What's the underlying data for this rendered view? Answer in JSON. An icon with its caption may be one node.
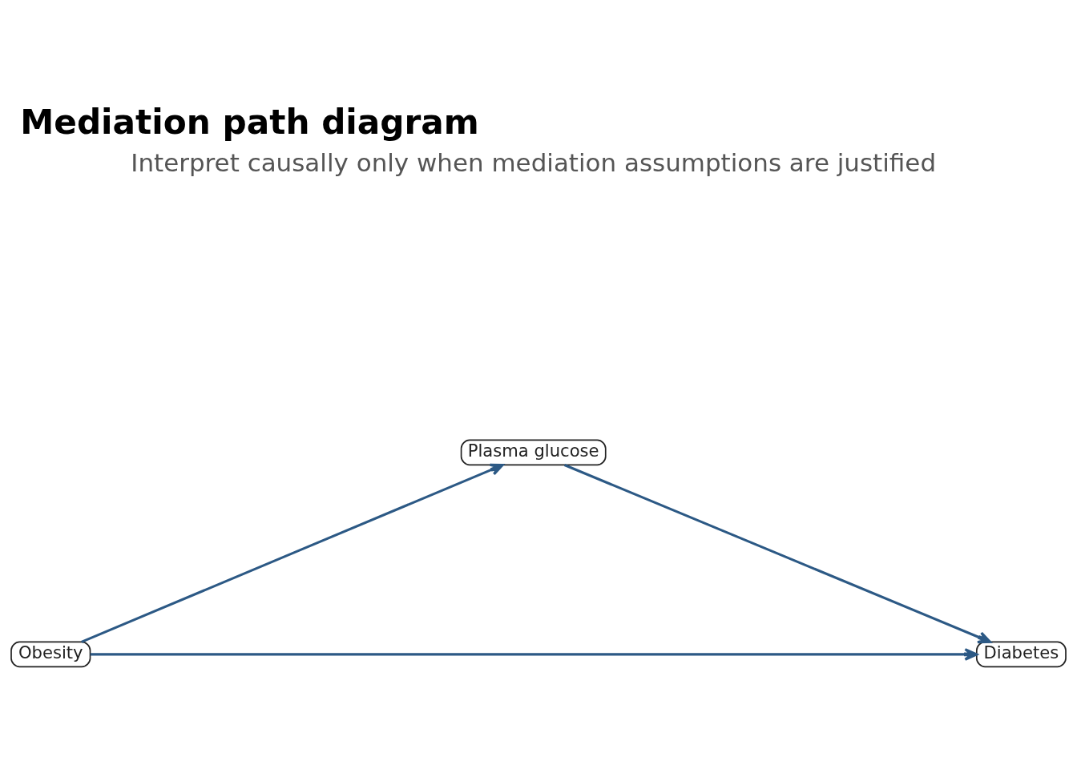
{
  "diagram": {
    "title": "Mediation path diagram",
    "nodes": [
      {
        "text": [
          "Obesity"
        ]
      },
      {
        "text": [
          "Plasma glucose"
        ]
      },
      {
        "text": [
          "Diabetes"
        ]
      }
    ],
    "edges": [
      {
        "from": 0,
        "to": 1,
        "arrow": "to"
      },
      {
        "from": 1,
        "to": 2,
        "arrow": "to"
      },
      {
        "from": 0,
        "to": 2,
        "arrow": "to"
      }
    ],
    "labels": [
      "Interpret causally only when mediation assumptions are justified"
    ]
  }
}
